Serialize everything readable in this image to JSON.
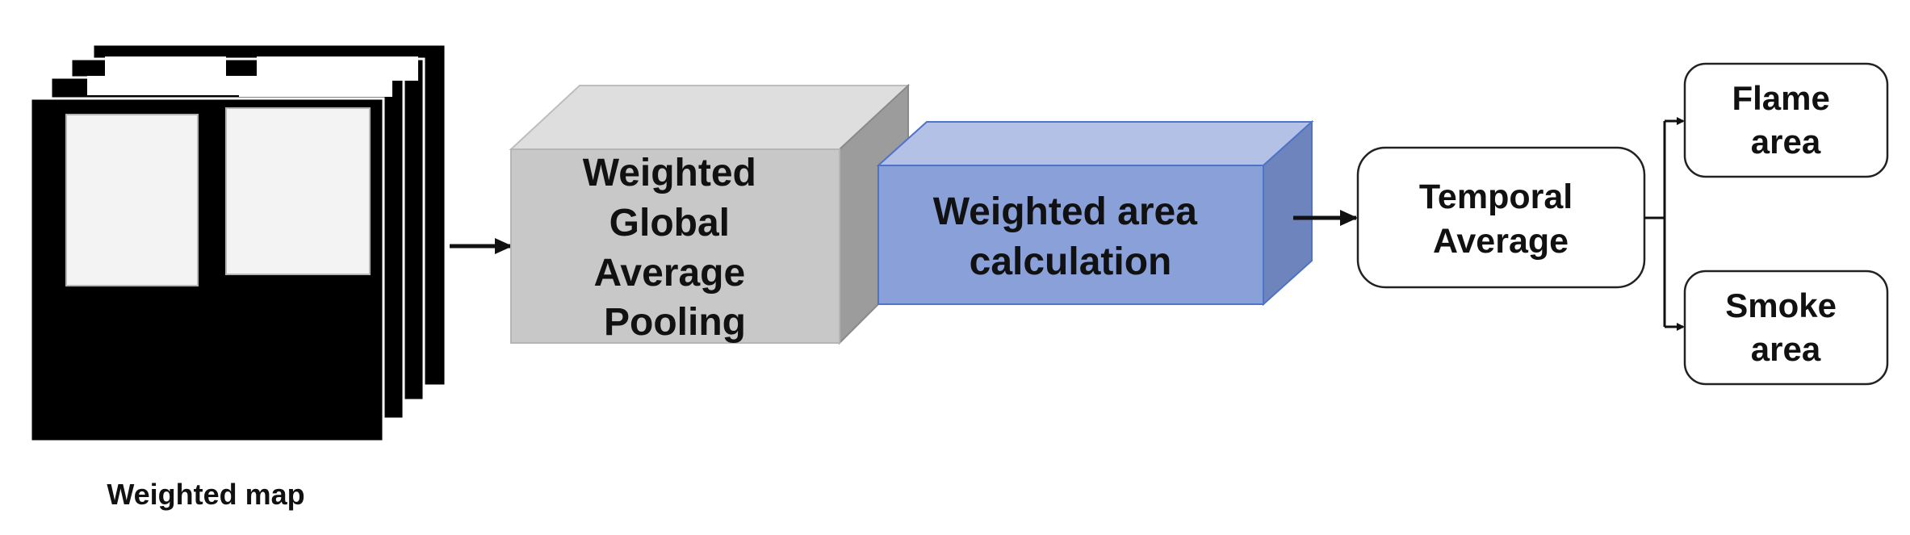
{
  "weighted_map": {
    "caption": "Weighted map"
  },
  "gap_block": {
    "lines": [
      "Weighted",
      "Global",
      "Average",
      "Pooling"
    ]
  },
  "area_block": {
    "lines": [
      "Weighted area",
      "calculation"
    ]
  },
  "temporal_box": {
    "lines": [
      "Temporal",
      "Average"
    ]
  },
  "outputs": {
    "flame": {
      "lines": [
        "Flame",
        "area"
      ]
    },
    "smoke": {
      "lines": [
        "Smoke",
        "area"
      ]
    }
  },
  "colors": {
    "gap_front": "#c8c8c8",
    "gap_top": "#dedede",
    "gap_side": "#9c9c9c",
    "area_front": "#8aa0d8",
    "area_top": "#b3c1e6",
    "area_side": "#6e84bd",
    "area_border": "#4f73c6"
  }
}
